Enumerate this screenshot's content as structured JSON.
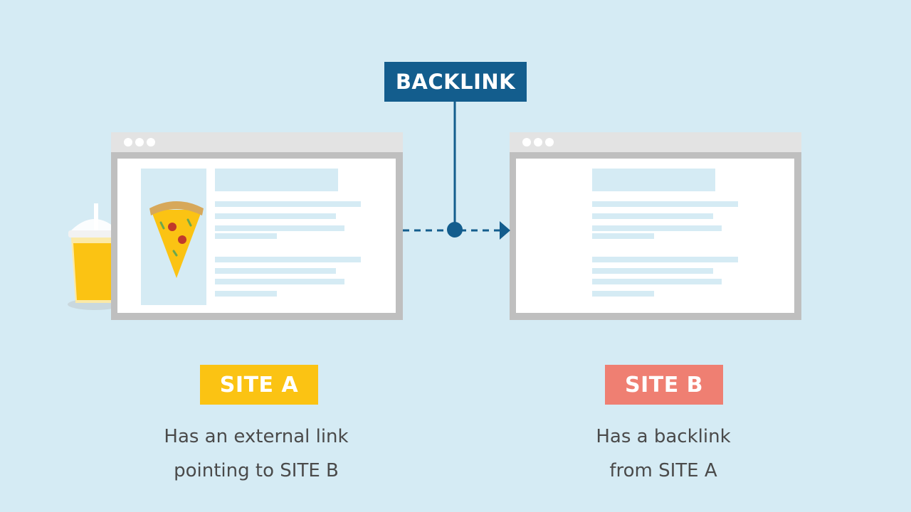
{
  "backlink_label": "BACKLINK",
  "site_a": {
    "label": "SITE A",
    "caption_line1": "Has an external link",
    "caption_line2": "pointing to SITE B"
  },
  "site_b": {
    "label": "SITE B",
    "caption_line1": "Has a backlink",
    "caption_line2": "from SITE A"
  },
  "colors": {
    "background": "#d5ebf4",
    "backlink": "#135d8d",
    "site_a": "#fbc313",
    "site_b": "#ef7f72",
    "browser_frame": "#bfbfbf",
    "placeholder": "#d5ebf4"
  },
  "icons": [
    "juice-cup-icon",
    "pizza-slice-icon",
    "arrow-right-icon"
  ]
}
